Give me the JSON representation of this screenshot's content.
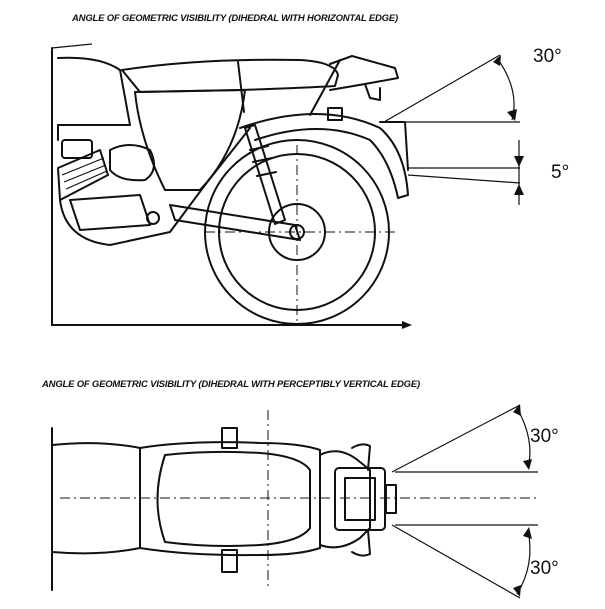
{
  "top_view": {
    "caption": "ANGLE OF GEOMETRIC VISIBILITY (DIHEDRAL WITH HORIZONTAL EDGE)",
    "angle_upper": "30°",
    "angle_lower": "5°"
  },
  "bottom_view": {
    "caption": "ANGLE OF GEOMETRIC VISIBILITY (DIHEDRAL WITH PERCEPTIBLY VERTICAL EDGE)",
    "angle_upper": "30°",
    "angle_lower": "30°"
  }
}
